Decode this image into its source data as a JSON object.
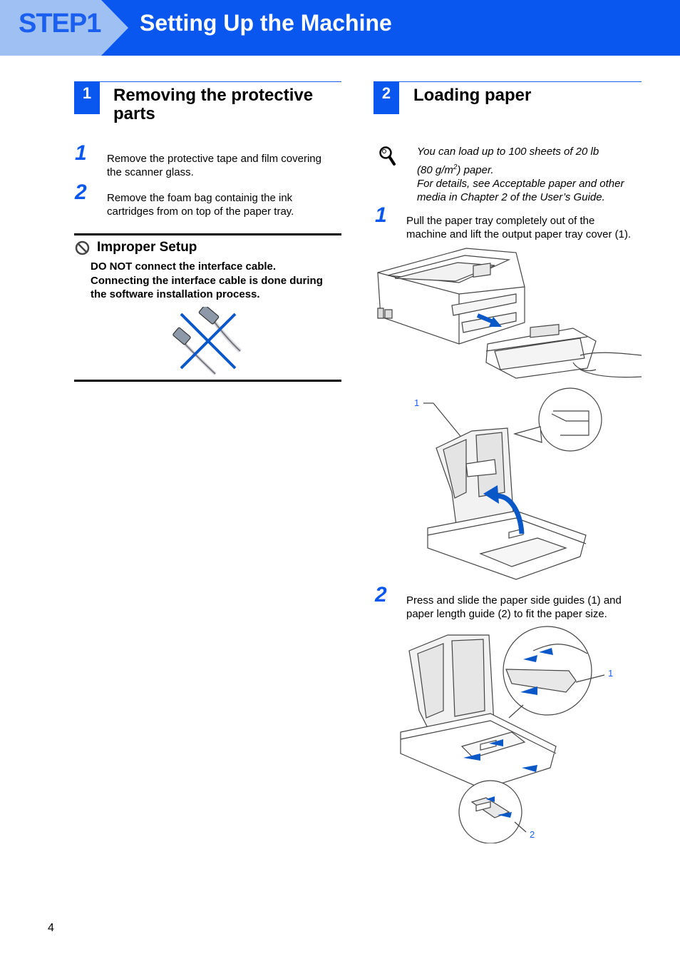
{
  "header": {
    "step_label": "STEP1",
    "title": "Setting Up the Machine",
    "band_color": "#0a57f0"
  },
  "section1": {
    "number": "1",
    "title_line1": "Removing the protective",
    "title_line2": "parts",
    "steps": [
      {
        "num": "1",
        "line1": "Remove the protective tape and film covering",
        "line2": "the scanner glass."
      },
      {
        "num": "2",
        "line1": "Remove the foam bag containig the ink",
        "line2": "cartridges from on top of the paper tray."
      }
    ],
    "warning": {
      "icon": "prohibited-icon",
      "title": "Improper Setup",
      "line1": "DO NOT connect the interface cable.",
      "line2": "Connecting the interface cable is done during",
      "line3": "the software installation process."
    }
  },
  "section2": {
    "number": "2",
    "title": "Loading paper",
    "note": {
      "icon": "magnifier-icon",
      "line1": "You can load up to 100 sheets of 20 lb",
      "line2_pre": "(80 g/m",
      "line2_sup": "2",
      "line2_post": ") paper.",
      "line3": "For details, see Acceptable paper and other",
      "line4": "media in Chapter 2 of the User’s Guide."
    },
    "steps": [
      {
        "num": "1",
        "line1": "Pull the paper tray completely out of the",
        "line2": "machine and lift the output paper tray cover (1)."
      },
      {
        "num": "2",
        "line1": "Press and slide the paper side guides (1) and",
        "line2": "paper length guide (2) to fit the paper size."
      }
    ],
    "callouts": {
      "fig2_label": "1",
      "fig3_label1": "1",
      "fig3_label2": "2"
    }
  },
  "page_number": "4"
}
